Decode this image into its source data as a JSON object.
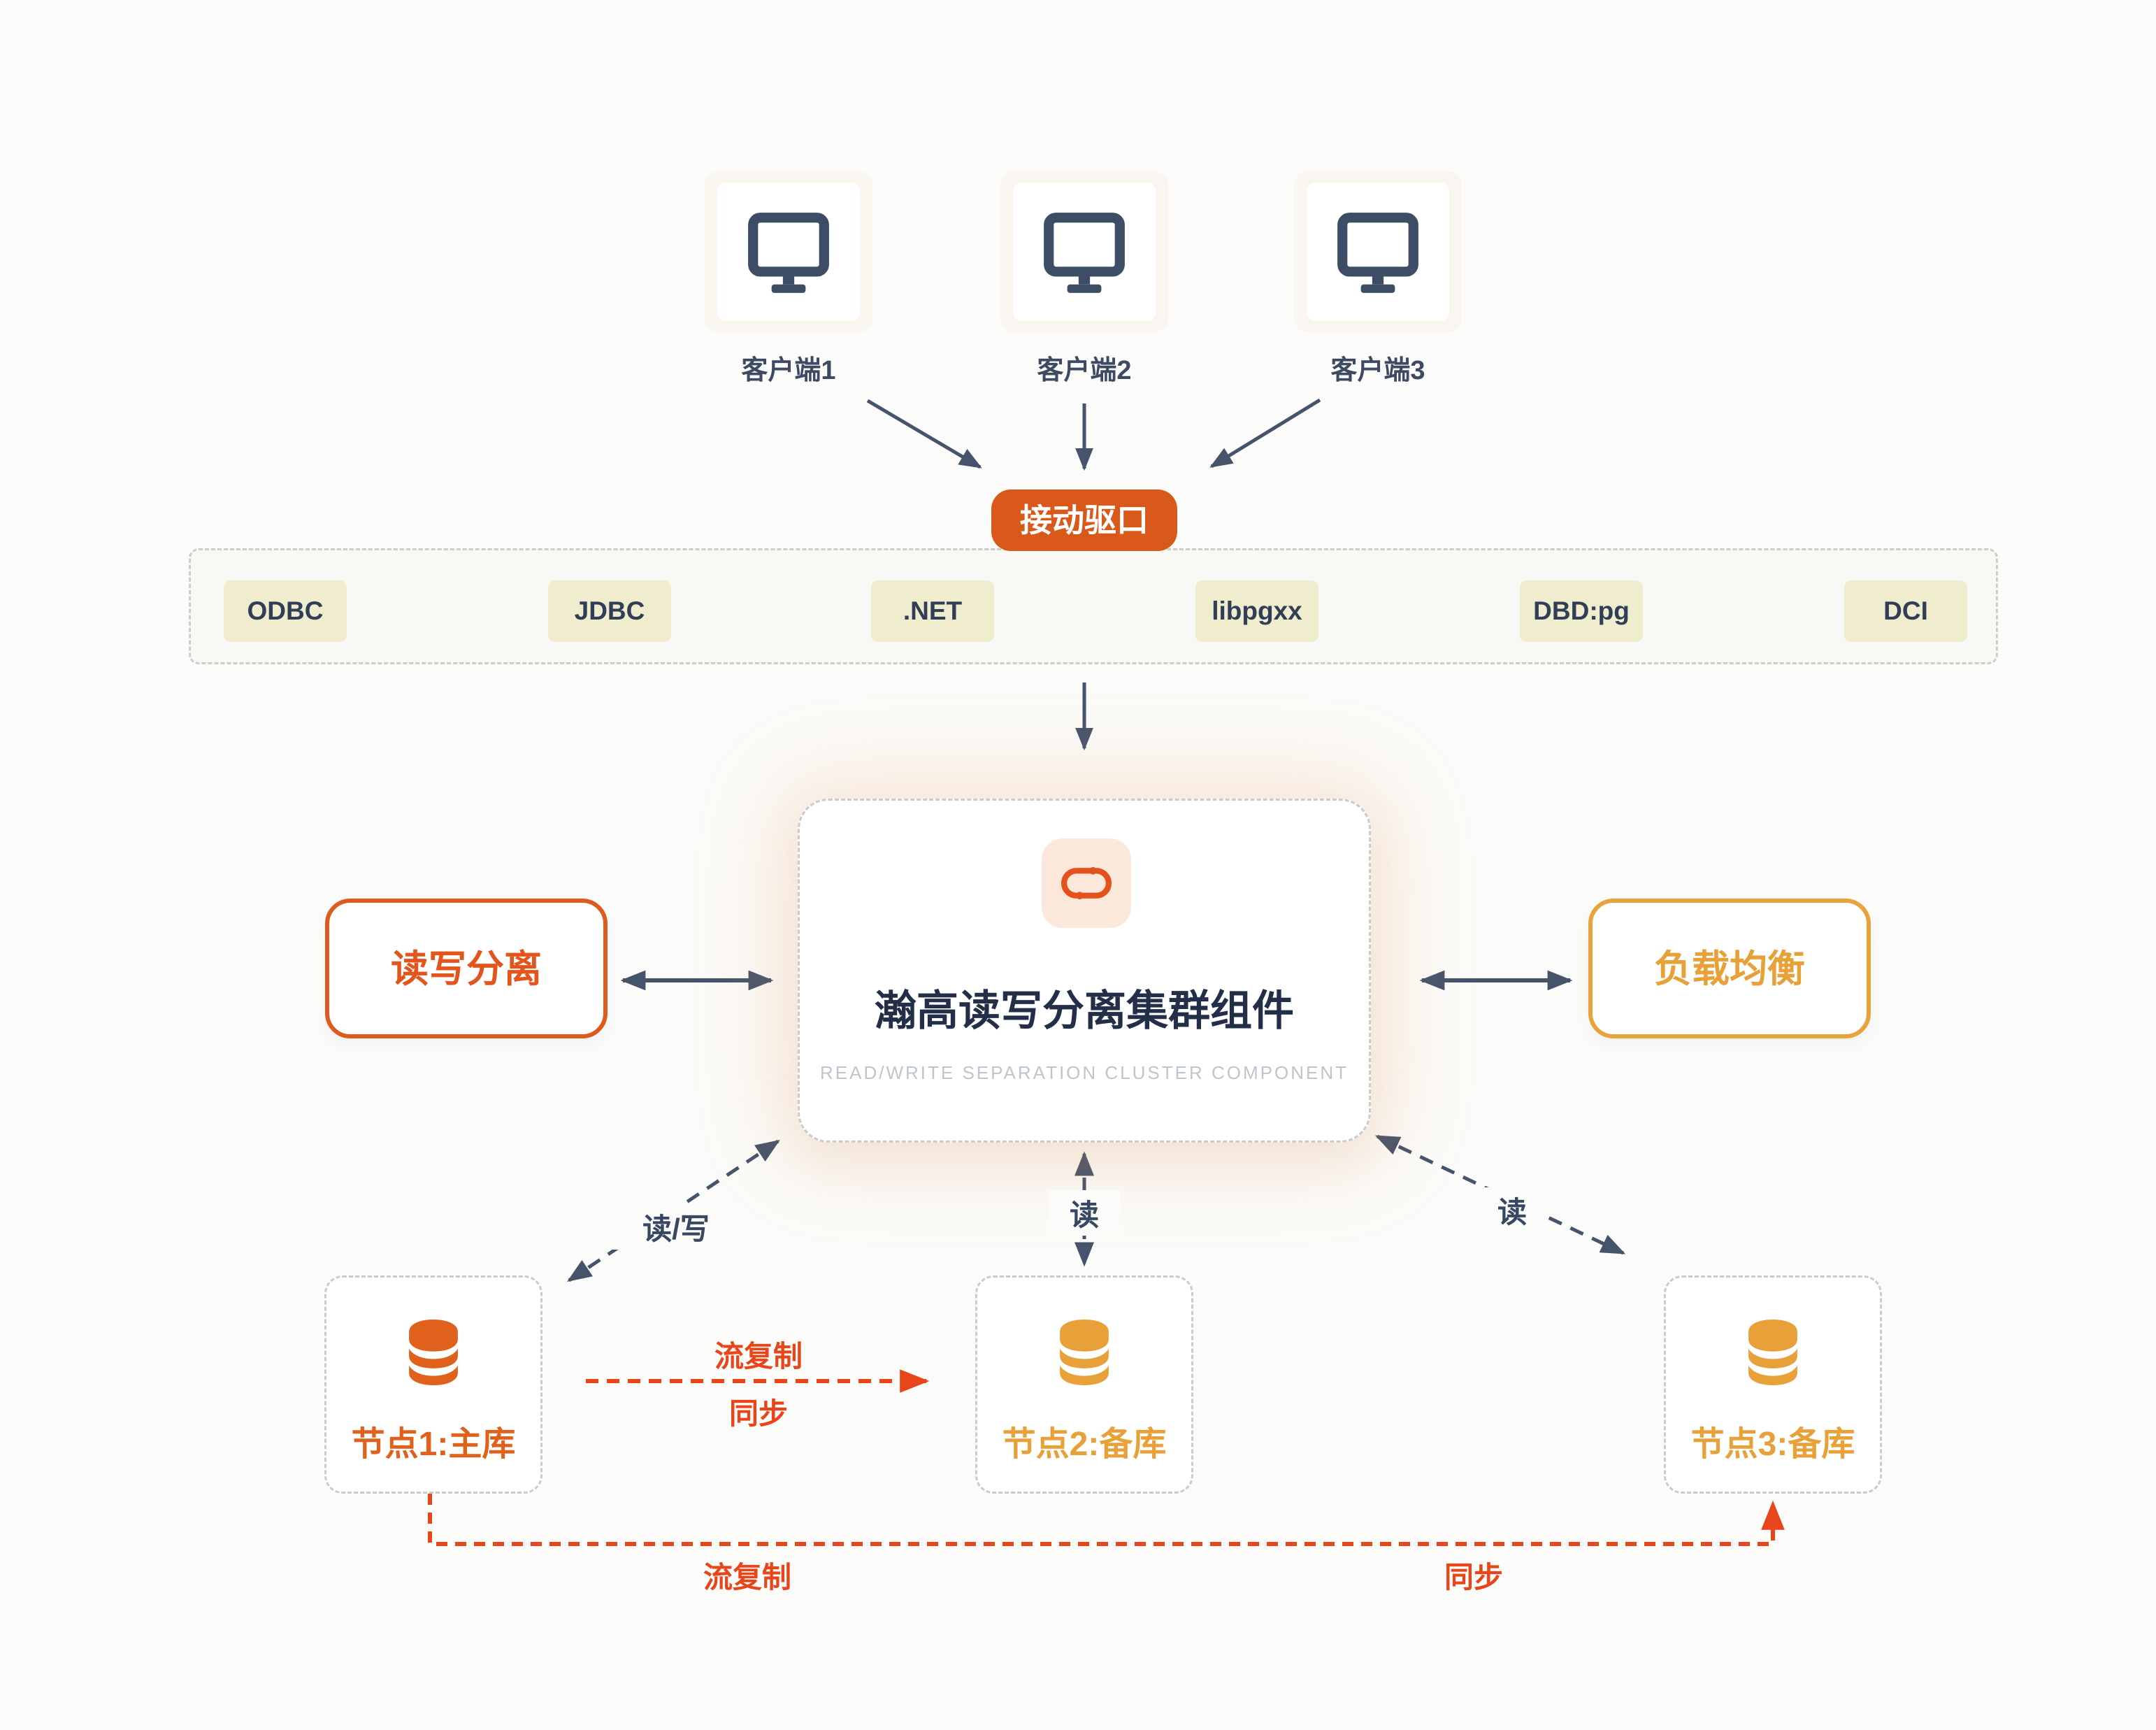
{
  "colors": {
    "primary_orange": "#DC5A1B",
    "badge_bg": "#D8591A",
    "replication_red_orange": "#E8461A",
    "amber": "#E7A33B",
    "slate_arrow": "#45546B",
    "chip_bg": "#F0EDCF",
    "card_glow": "#F6A060"
  },
  "clients": [
    {
      "label": "客户端1"
    },
    {
      "label": "客户端2"
    },
    {
      "label": "客户端3"
    }
  ],
  "interface_badge": {
    "label": "接动驱口"
  },
  "drivers": [
    "ODBC",
    "JDBC",
    ".NET",
    "libpgxx",
    "DBD:pg",
    "DCI"
  ],
  "center_component": {
    "title": "瀚高读写分离集群组件",
    "subtitle": "READ/WRITE SEPARATION CLUSTER COMPONENT",
    "icon": "sync-link-icon"
  },
  "features": {
    "left": "读写分离",
    "right": "负载均衡"
  },
  "edge_labels": {
    "to_node1": "读/写",
    "to_node2": "读",
    "to_node3": "读"
  },
  "nodes": [
    {
      "label": "节点1:主库",
      "color": "#E0611C"
    },
    {
      "label": "节点2:备库",
      "color": "#E7A138"
    },
    {
      "label": "节点3:备库",
      "color": "#E7A138"
    }
  ],
  "replication_node1_node2": {
    "line1": "流复制",
    "line2": "同步"
  },
  "replication_node1_node3": {
    "left_label": "流复制",
    "right_label": "同步"
  },
  "icons": {
    "client": "monitor-icon",
    "node": "database-icon",
    "center": "sync-link-icon"
  }
}
